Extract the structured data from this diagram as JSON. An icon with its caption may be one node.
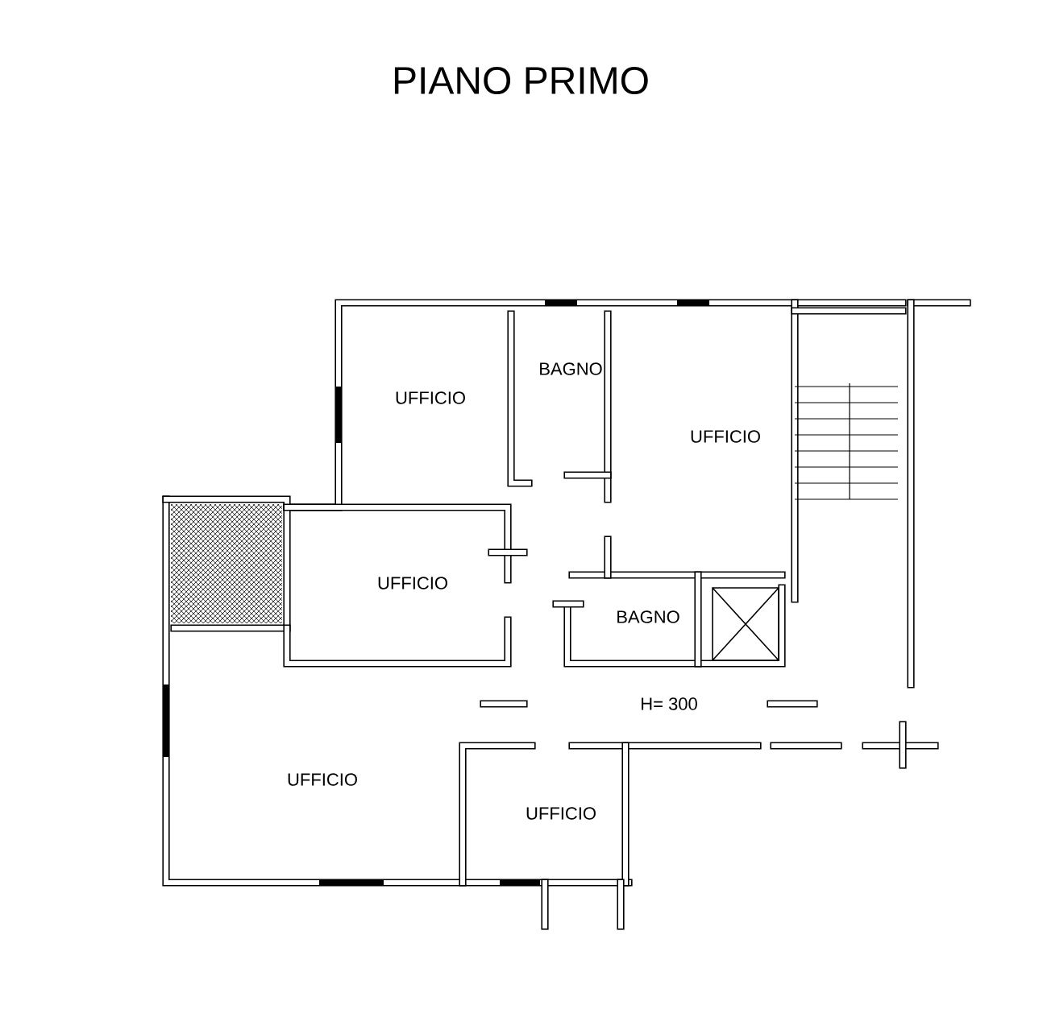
{
  "diagram": {
    "title": "PIANO PRIMO",
    "labels": [
      "UFFICIO",
      "BAGNO",
      "UFFICIO",
      "UFFICIO",
      "BAGNO",
      "H= 300",
      "UFFICIO",
      "UFFICIO"
    ]
  }
}
